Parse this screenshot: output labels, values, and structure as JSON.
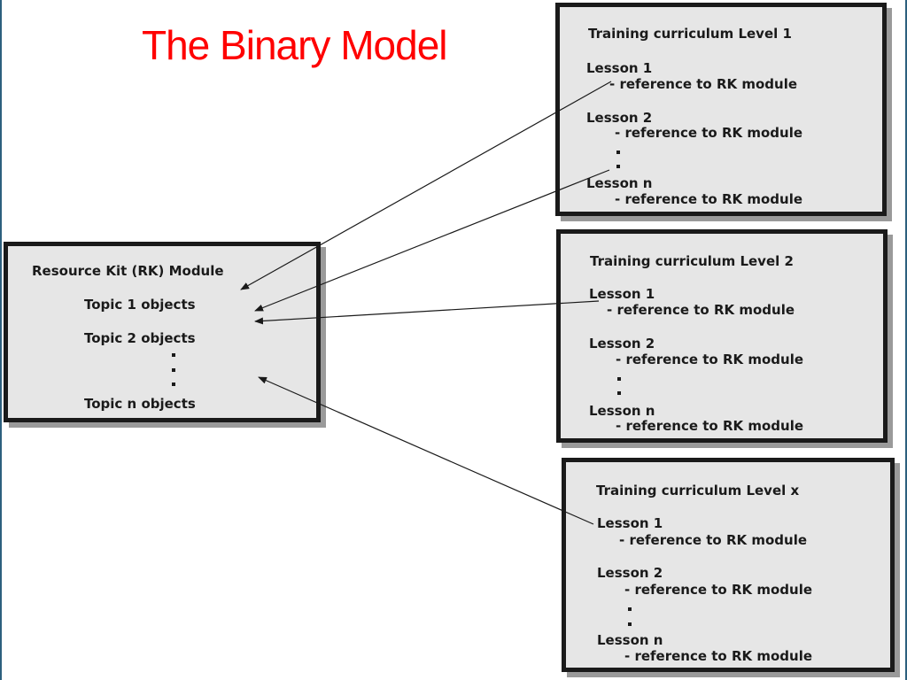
{
  "title": "The Binary Model",
  "rk_module": {
    "heading": "Resource Kit (RK) Module",
    "topics": [
      "Topic 1 objects",
      "Topic 2 objects",
      "Topic n objects"
    ]
  },
  "curricula": [
    {
      "heading": "Training curriculum Level 1",
      "lesson1": "Lesson 1",
      "lesson2": "Lesson 2",
      "lessonn": "Lesson n",
      "ref1": "- reference to RK module",
      "ref2": "- reference to RK module",
      "refn": "- reference to RK module"
    },
    {
      "heading": "Training curriculum Level 2",
      "lesson1": "Lesson 1",
      "lesson2": "Lesson 2",
      "lessonn": "Lesson n",
      "ref1": "- reference to RK module",
      "ref2": "- reference to RK module",
      "refn": "- reference to RK module"
    },
    {
      "heading": "Training curriculum Level x",
      "lesson1": "Lesson 1",
      "lesson2": "Lesson 2",
      "lessonn": "Lesson n",
      "ref1": "- reference to RK module",
      "ref2": "- reference to RK module",
      "refn": "- reference to RK module"
    }
  ],
  "colors": {
    "title": "#ff0000",
    "box_fill": "#e6e6e6",
    "border": "#1a1a1a",
    "shadow": "#9a9a9a"
  }
}
